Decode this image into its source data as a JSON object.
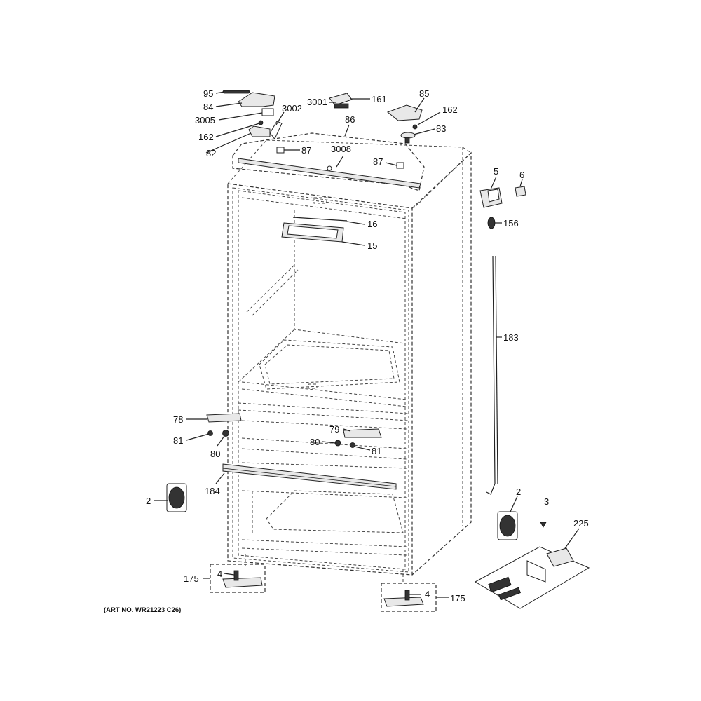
{
  "diagram": {
    "art_number": "(ART NO. WR21223 C26)",
    "callouts": {
      "c95": "95",
      "c84": "84",
      "c3005": "3005",
      "c162a": "162",
      "c82": "82",
      "c3002": "3002",
      "c3001": "3001",
      "c161": "161",
      "c85": "85",
      "c162b": "162",
      "c83": "83",
      "c86": "86",
      "c3008": "3008",
      "c87a": "87",
      "c87b": "87",
      "c5": "5",
      "c6": "6",
      "c156": "156",
      "c16": "16",
      "c15": "15",
      "c183": "183",
      "c78": "78",
      "c81a": "81",
      "c80a": "80",
      "c79": "79",
      "c80b": "80",
      "c81b": "81",
      "c184": "184",
      "c2a": "2",
      "c2b": "2",
      "c3": "3",
      "c225": "225",
      "c4a": "4",
      "c175a": "175",
      "c4b": "4",
      "c175b": "175"
    }
  }
}
